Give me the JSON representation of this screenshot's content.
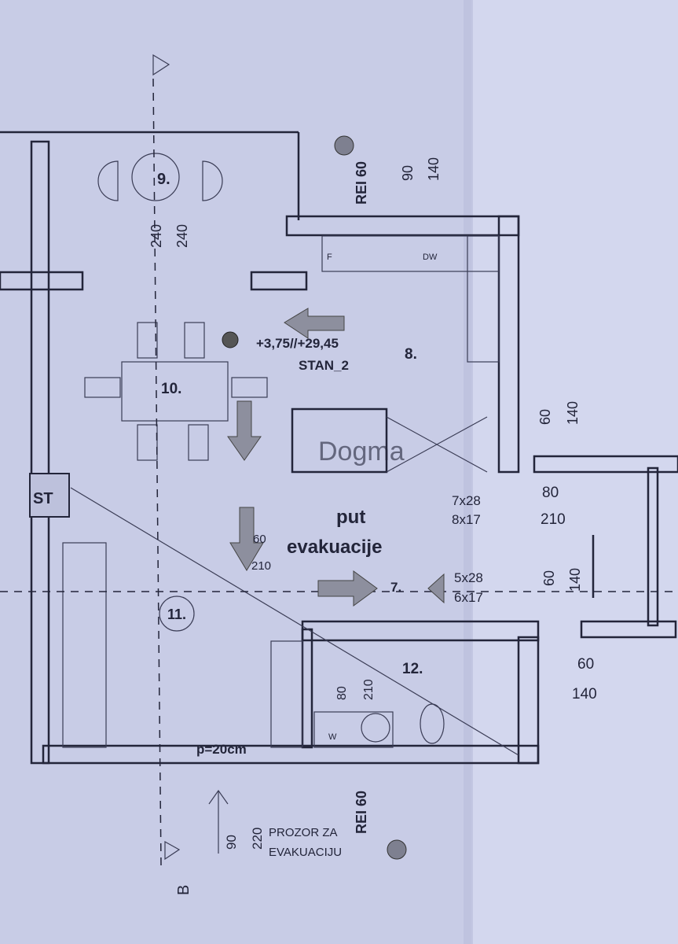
{
  "plan": {
    "unit_name": "STAN_2",
    "elevation": "+3,75//+29,45",
    "fire_rating": "REI 60",
    "stair_symbol": "ST",
    "section_marker": "B",
    "evacuation_label": [
      "put",
      "evakuacije"
    ],
    "window_note": [
      "PROZOR ZA",
      "EVAKUACIJU"
    ],
    "floor_note": "p=20cm",
    "watermark": "Dogma",
    "rooms": [
      "9.",
      "8.",
      "10.",
      "11.",
      "7.",
      "12."
    ],
    "appliances": {
      "fridge": "F",
      "dishwasher": "DW",
      "washer": "W"
    },
    "stairs": {
      "upper": [
        "7x28",
        "8x17"
      ],
      "lower": [
        "5x28",
        "6x17"
      ]
    },
    "dimensions": {
      "room9_window": [
        "240",
        "240"
      ],
      "top_window": [
        "90",
        "140"
      ],
      "kitchen_window": [
        "60",
        "140"
      ],
      "entry_door": [
        "80",
        "210"
      ],
      "hall_window": [
        "60",
        "140"
      ],
      "right_window": [
        "60",
        "140"
      ],
      "bath_door": [
        "80",
        "210"
      ],
      "living_door": [
        "60",
        "210"
      ],
      "bottom_window": [
        "90",
        "220"
      ]
    },
    "colors": {
      "paper": "#c8cce6",
      "lines": "#23253a",
      "arrows": "#8d8f9e"
    }
  }
}
